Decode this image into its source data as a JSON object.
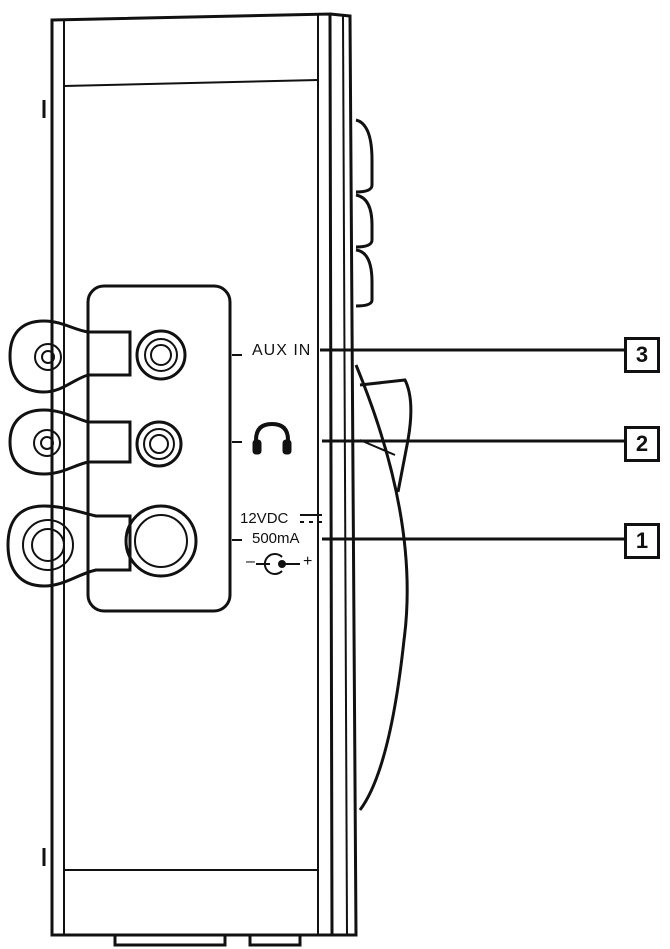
{
  "labels": {
    "aux_in": "AUX IN",
    "dc_voltage": "12VDC",
    "dc_current": "500mA",
    "polarity_negative": "–",
    "polarity_positive": "+"
  },
  "callouts": [
    "3",
    "2",
    "1"
  ],
  "icons": {
    "headphones": "headphones-icon",
    "dc_symbol": "dc-current-symbol",
    "polarity": "center-positive-polarity-icon"
  }
}
